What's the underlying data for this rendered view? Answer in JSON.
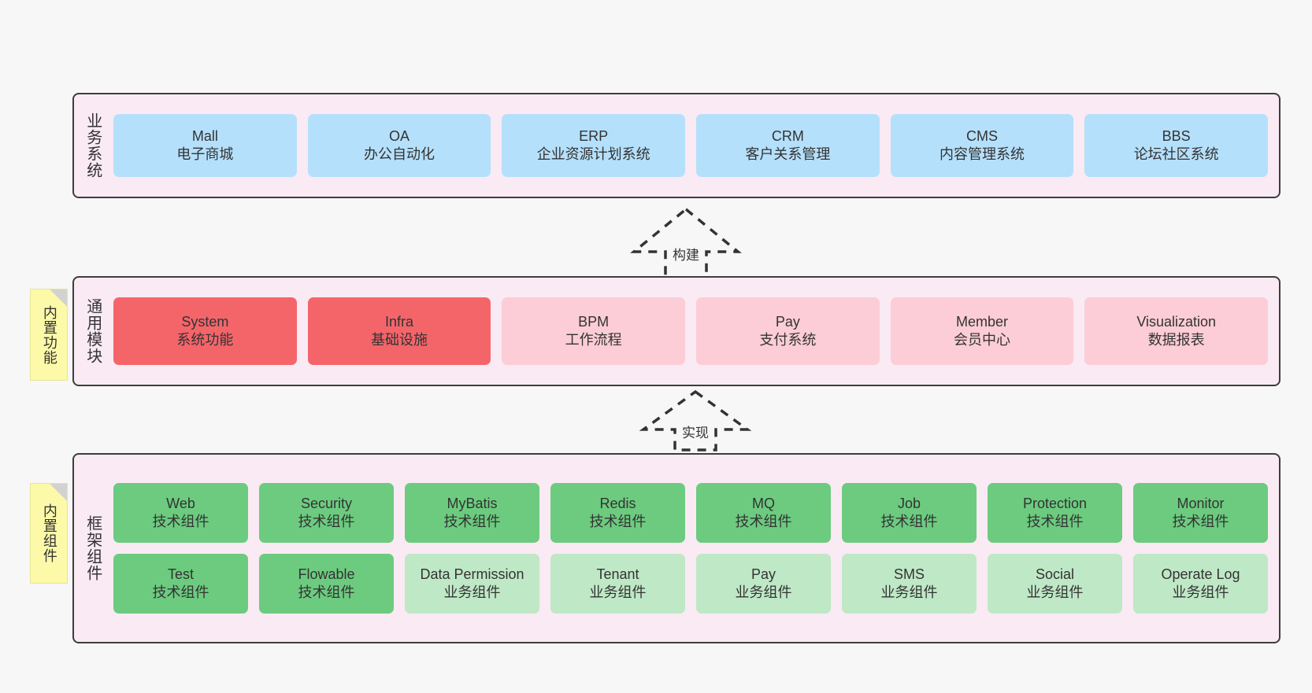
{
  "diagram": {
    "title": "",
    "colors": {
      "band_bg": "#f9eaf4",
      "band_border": "#3d3d3d",
      "blue": "#b5e0fb",
      "red_strong": "#f4656a",
      "red_light": "#fccdd6",
      "green_strong": "#6ccb7f",
      "green_light": "#bfe8c6",
      "sticky": "#fcf9a8",
      "page_bg": "#f7f7f7"
    }
  },
  "layers": [
    {
      "id": "business-system",
      "title": "业务系统",
      "sticky": null,
      "rows": [
        {
          "nodes": [
            {
              "en": "Mall",
              "cn": "电子商城",
              "style": "n-blue"
            },
            {
              "en": "OA",
              "cn": "办公自动化",
              "style": "n-blue"
            },
            {
              "en": "ERP",
              "cn": "企业资源计划系统",
              "style": "n-blue"
            },
            {
              "en": "CRM",
              "cn": "客户关系管理",
              "style": "n-blue"
            },
            {
              "en": "CMS",
              "cn": "内容管理系统",
              "style": "n-blue"
            },
            {
              "en": "BBS",
              "cn": "论坛社区系统",
              "style": "n-blue"
            }
          ]
        }
      ]
    },
    {
      "id": "common-module",
      "title": "通用模块",
      "sticky": "内置功能",
      "rows": [
        {
          "nodes": [
            {
              "en": "System",
              "cn": "系统功能",
              "style": "n-red-strong"
            },
            {
              "en": "Infra",
              "cn": "基础设施",
              "style": "n-red-strong"
            },
            {
              "en": "BPM",
              "cn": "工作流程",
              "style": "n-red-light"
            },
            {
              "en": "Pay",
              "cn": "支付系统",
              "style": "n-red-light"
            },
            {
              "en": "Member",
              "cn": "会员中心",
              "style": "n-red-light"
            },
            {
              "en": "Visualization",
              "cn": "数据报表",
              "style": "n-red-light"
            }
          ]
        }
      ]
    },
    {
      "id": "framework-component",
      "title": "框架组件",
      "sticky": "内置组件",
      "rows": [
        {
          "nodes": [
            {
              "en": "Web",
              "cn": "技术组件",
              "style": "n-green-strong"
            },
            {
              "en": "Security",
              "cn": "技术组件",
              "style": "n-green-strong"
            },
            {
              "en": "MyBatis",
              "cn": "技术组件",
              "style": "n-green-strong"
            },
            {
              "en": "Redis",
              "cn": "技术组件",
              "style": "n-green-strong"
            },
            {
              "en": "MQ",
              "cn": "技术组件",
              "style": "n-green-strong"
            },
            {
              "en": "Job",
              "cn": "技术组件",
              "style": "n-green-strong"
            },
            {
              "en": "Protection",
              "cn": "技术组件",
              "style": "n-green-strong"
            },
            {
              "en": "Monitor",
              "cn": "技术组件",
              "style": "n-green-strong"
            }
          ]
        },
        {
          "nodes": [
            {
              "en": "Test",
              "cn": "技术组件",
              "style": "n-green-strong"
            },
            {
              "en": "Flowable",
              "cn": "技术组件",
              "style": "n-green-strong"
            },
            {
              "en": "Data Permission",
              "cn": "业务组件",
              "style": "n-green-light"
            },
            {
              "en": "Tenant",
              "cn": "业务组件",
              "style": "n-green-light"
            },
            {
              "en": "Pay",
              "cn": "业务组件",
              "style": "n-green-light"
            },
            {
              "en": "SMS",
              "cn": "业务组件",
              "style": "n-green-light"
            },
            {
              "en": "Social",
              "cn": "业务组件",
              "style": "n-green-light"
            },
            {
              "en": "Operate Log",
              "cn": "业务组件",
              "style": "n-green-light"
            }
          ]
        }
      ]
    }
  ],
  "connectors": [
    {
      "id": "build",
      "label": "构建",
      "from": "common-module",
      "to": "business-system"
    },
    {
      "id": "implement",
      "label": "实现",
      "from": "framework-component",
      "to": "common-module"
    }
  ]
}
